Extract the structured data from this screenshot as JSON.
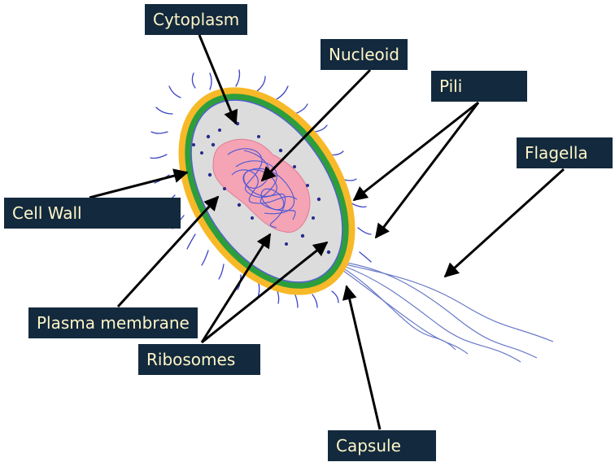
{
  "labels": {
    "cytoplasm": "Cytoplasm",
    "nucleoid": "Nucleoid",
    "pili": "Pili",
    "flagella": "Flagella",
    "cell_wall": "Cell Wall",
    "plasma_membrane": "Plasma membrane",
    "ribosomes": "Ribosomes",
    "capsule": "Capsule"
  },
  "colors": {
    "label_bg": "#13293d",
    "label_text": "#fff6c8",
    "capsule": "#f7b928",
    "cell_wall": "#2d9e3c",
    "cytoplasm": "#dcdcdc",
    "nucleoid_fill": "#f4a4b4",
    "dna_strand": "#4a56d8",
    "ribosome": "#2a2a8c",
    "pili": "#3b45c4",
    "arrow": "#000000"
  }
}
